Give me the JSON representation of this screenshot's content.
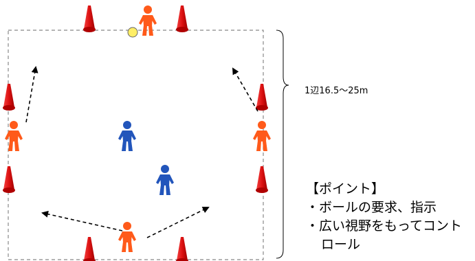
{
  "field": {
    "side_length_label": "1辺16.5～25m"
  },
  "points": {
    "heading": "【ポイント】",
    "items": [
      "・ボールの要求、指示",
      "・広い視野をもってコント",
      "ロール"
    ]
  },
  "colors": {
    "attacker": "#ff5a1a",
    "defender": "#2255bb",
    "cone": "#dd1111",
    "ball": "#ffee66",
    "boundary": "#888888"
  },
  "icons": {
    "cone": "cone-icon",
    "attacker": "orange-player-icon",
    "defender": "blue-player-icon",
    "ball": "ball-icon"
  }
}
